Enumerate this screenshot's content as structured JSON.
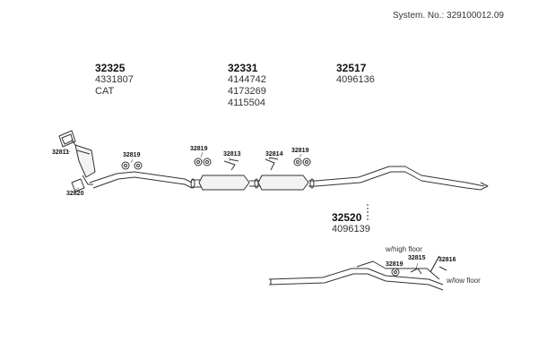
{
  "header": {
    "system_no": "System. No.: 329100012.09"
  },
  "groups": [
    {
      "main": "32325",
      "subs": [
        "4331807",
        "CAT"
      ]
    },
    {
      "main": "32331",
      "subs": [
        "4144742",
        "4173269",
        "4115504"
      ]
    },
    {
      "main": "32517",
      "subs": [
        "4096136"
      ]
    },
    {
      "main": "32520",
      "subs": [
        "4096139"
      ]
    }
  ],
  "labels": {
    "p32811": "32811",
    "p32820": "32820",
    "p32819a": "32819",
    "p32819b": "32819",
    "p32813": "32813",
    "p32814": "32814",
    "p32819c": "32819",
    "p32819d": "32819",
    "p32815": "32815",
    "p32816": "32816"
  },
  "notes": {
    "high_floor": "w/high floor",
    "low_floor": "w/low floor"
  }
}
